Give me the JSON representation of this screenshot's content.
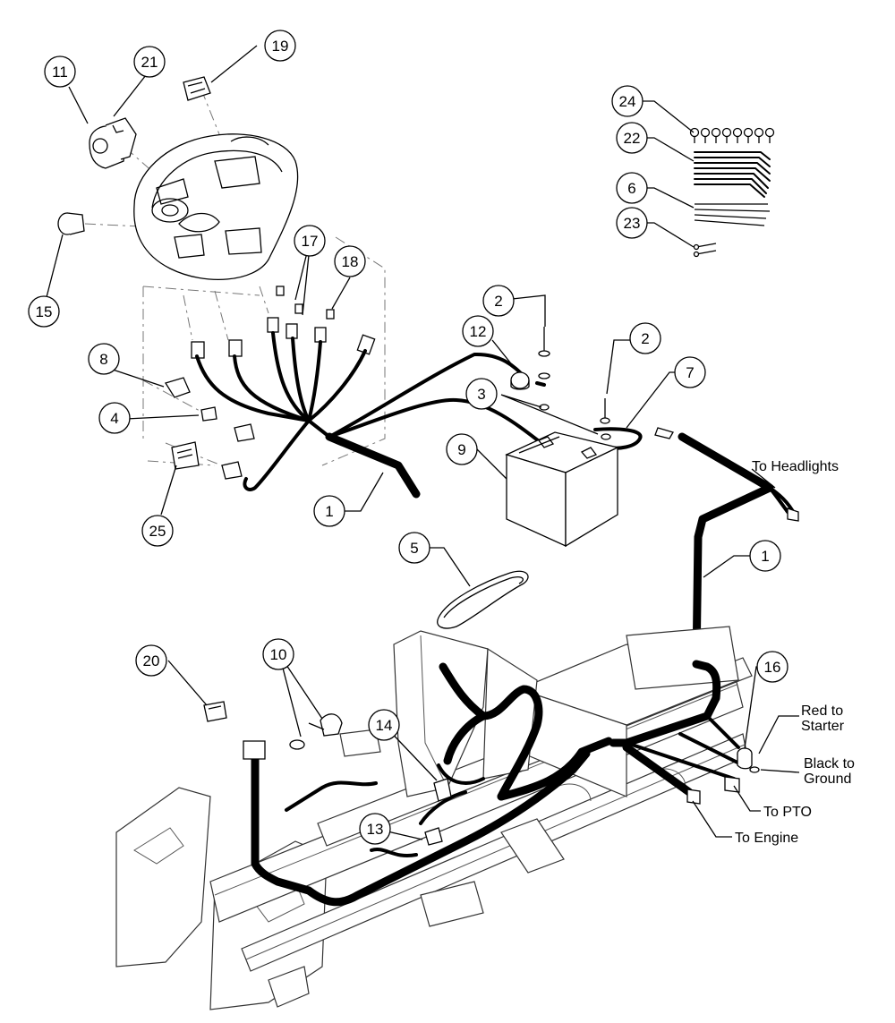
{
  "callouts": {
    "c1a": "1",
    "c1b": "1",
    "c2a": "2",
    "c2b": "2",
    "c3": "3",
    "c4": "4",
    "c5": "5",
    "c6": "6",
    "c7": "7",
    "c8": "8",
    "c9": "9",
    "c10": "10",
    "c11": "11",
    "c12": "12",
    "c13": "13",
    "c14": "14",
    "c15": "15",
    "c16": "16",
    "c17": "17",
    "c18": "18",
    "c19": "19",
    "c20": "20",
    "c21": "21",
    "c22": "22",
    "c23": "23",
    "c24": "24",
    "c25": "25"
  },
  "labels": {
    "headlights": "To Headlights",
    "red_starter_1": "Red to",
    "red_starter_2": "Starter",
    "black_ground_1": "Black to",
    "black_ground_2": "Ground",
    "pto": "To PTO",
    "engine": "To Engine"
  }
}
